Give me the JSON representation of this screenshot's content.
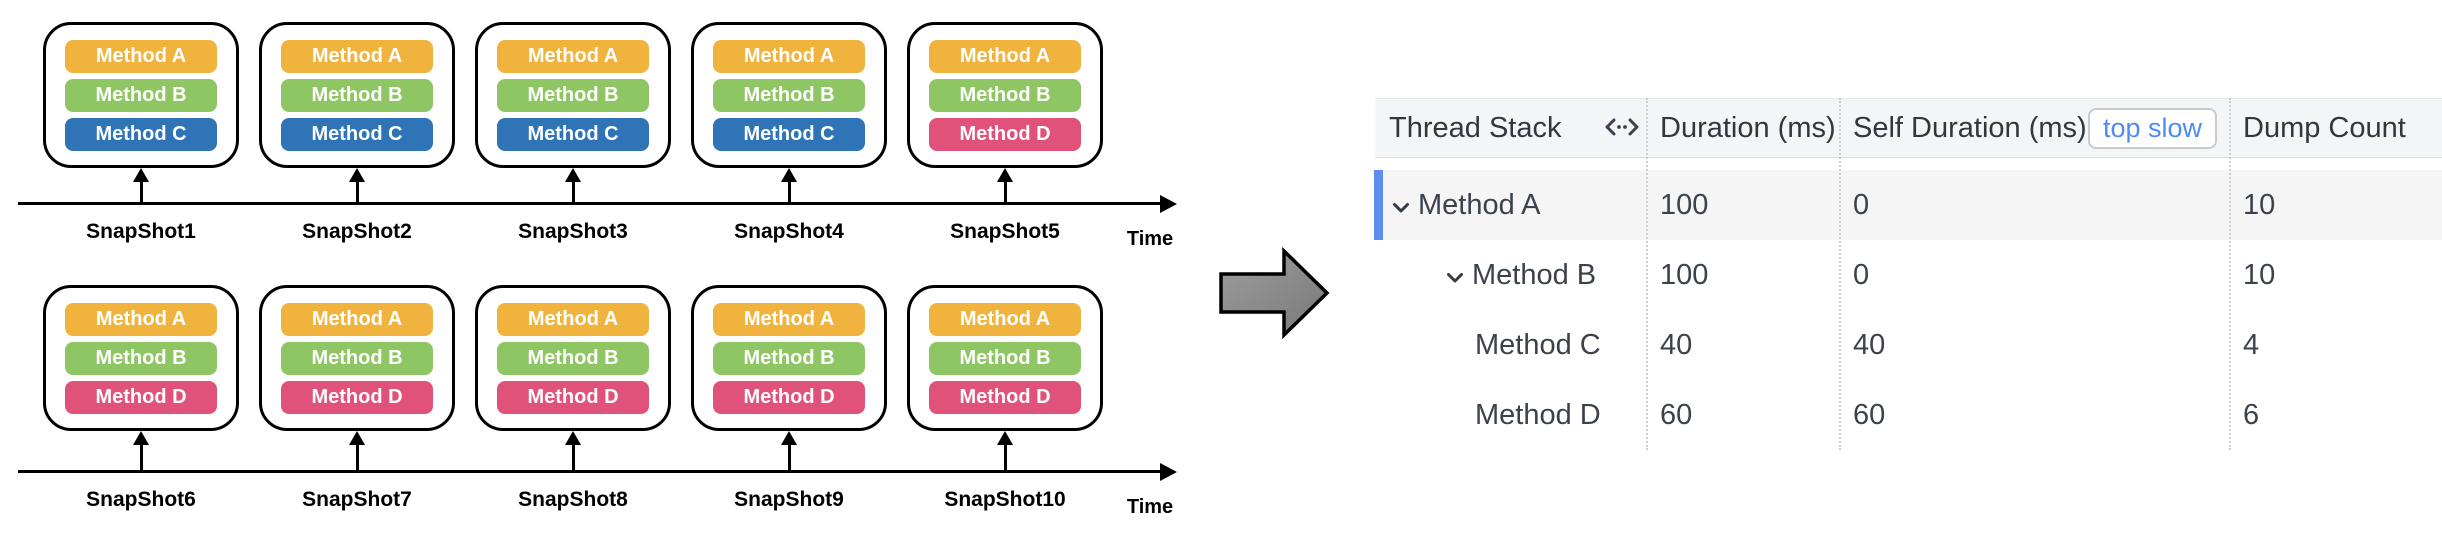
{
  "diagram": {
    "method_colors": {
      "Method A": "#F0B43E",
      "Method B": "#8FC664",
      "Method C": "#2E74B6",
      "Method D": "#E0527A"
    },
    "rows": [
      {
        "time_label": "Time",
        "snapshots": [
          {
            "label": "SnapShot1",
            "methods": [
              "Method A",
              "Method B",
              "Method C"
            ]
          },
          {
            "label": "SnapShot2",
            "methods": [
              "Method A",
              "Method B",
              "Method C"
            ]
          },
          {
            "label": "SnapShot3",
            "methods": [
              "Method A",
              "Method B",
              "Method C"
            ]
          },
          {
            "label": "SnapShot4",
            "methods": [
              "Method A",
              "Method B",
              "Method C"
            ]
          },
          {
            "label": "SnapShot5",
            "methods": [
              "Method A",
              "Method B",
              "Method D"
            ]
          }
        ]
      },
      {
        "time_label": "Time",
        "snapshots": [
          {
            "label": "SnapShot6",
            "methods": [
              "Method A",
              "Method B",
              "Method D"
            ]
          },
          {
            "label": "SnapShot7",
            "methods": [
              "Method A",
              "Method B",
              "Method D"
            ]
          },
          {
            "label": "SnapShot8",
            "methods": [
              "Method A",
              "Method B",
              "Method D"
            ]
          },
          {
            "label": "SnapShot9",
            "methods": [
              "Method A",
              "Method B",
              "Method D"
            ]
          },
          {
            "label": "SnapShot10",
            "methods": [
              "Method A",
              "Method B",
              "Method D"
            ]
          }
        ]
      }
    ]
  },
  "arrow": {
    "icon": "right-block-arrow",
    "fill": "#8a8a8a"
  },
  "table": {
    "columns": [
      {
        "label": "Thread Stack",
        "icon": "column-resize-icon"
      },
      {
        "label": "Duration (ms)"
      },
      {
        "label": "Self Duration (ms)",
        "badge": "top slow"
      },
      {
        "label": "Dump Count"
      }
    ],
    "rows": [
      {
        "name": "Method A",
        "duration": "100",
        "self_duration": "0",
        "dump_count": "10",
        "level": 0,
        "expandable": true,
        "selected": true
      },
      {
        "name": "Method B",
        "duration": "100",
        "self_duration": "0",
        "dump_count": "10",
        "level": 1,
        "expandable": true,
        "selected": false
      },
      {
        "name": "Method C",
        "duration": "40",
        "self_duration": "40",
        "dump_count": "4",
        "level": 2,
        "expandable": false,
        "selected": false
      },
      {
        "name": "Method D",
        "duration": "60",
        "self_duration": "60",
        "dump_count": "6",
        "level": 2,
        "expandable": false,
        "selected": false
      }
    ]
  }
}
